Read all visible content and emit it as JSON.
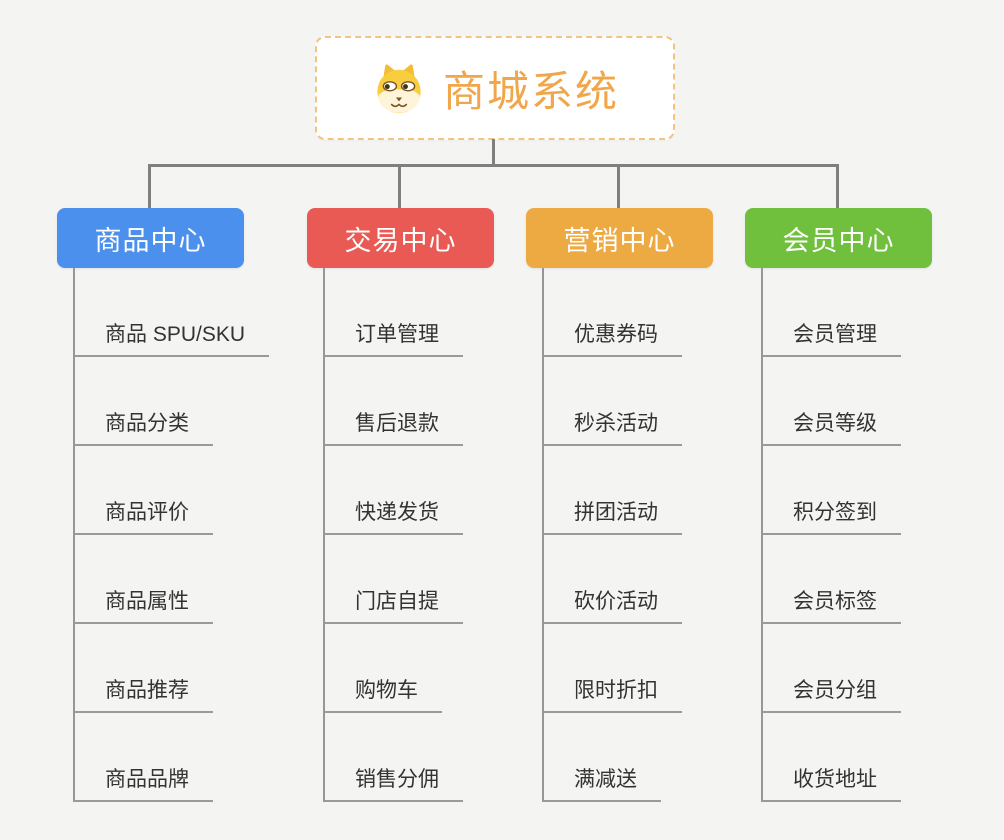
{
  "root": {
    "title": "商城系统",
    "icon": "dog-face-icon"
  },
  "branches": [
    {
      "label": "商品中心",
      "color": "#4b90ec",
      "children": [
        "商品 SPU/SKU",
        "商品分类",
        "商品评价",
        "商品属性",
        "商品推荐",
        "商品品牌"
      ]
    },
    {
      "label": "交易中心",
      "color": "#e85a53",
      "children": [
        "订单管理",
        "售后退款",
        "快递发货",
        "门店自提",
        "购物车",
        "销售分佣"
      ]
    },
    {
      "label": "营销中心",
      "color": "#edaa43",
      "children": [
        "优惠券码",
        "秒杀活动",
        "拼团活动",
        "砍价活动",
        "限时折扣",
        "满减送"
      ]
    },
    {
      "label": "会员中心",
      "color": "#70c03e",
      "children": [
        "会员管理",
        "会员等级",
        "积分签到",
        "会员标签",
        "会员分组",
        "收货地址"
      ]
    }
  ],
  "colors": {
    "background": "#f4f4f3",
    "root_title": "#f1a64a",
    "root_border": "#f2c381",
    "connector": "#7f7f7f",
    "underline": "#9a9a9a",
    "item_text": "#333333"
  }
}
